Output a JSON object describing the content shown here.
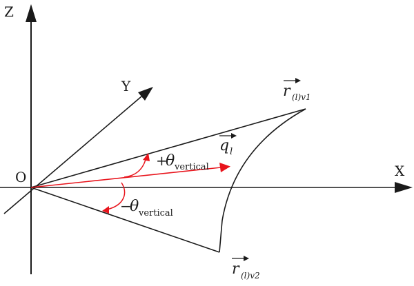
{
  "axes": {
    "z_label": "Z",
    "y_label": "Y",
    "x_label": "X",
    "origin_label": "O"
  },
  "vectors": {
    "r1": {
      "base": "r",
      "sub": "(l)v1"
    },
    "r2": {
      "base": "r",
      "sub": "(l)v2"
    },
    "q": {
      "base": "q",
      "sub": "l"
    }
  },
  "angles": {
    "pos": {
      "prefix": "+",
      "symbol": "θ",
      "sub": "vertical"
    },
    "neg": {
      "prefix": "−",
      "symbol": "θ",
      "sub": "vertical"
    }
  },
  "colors": {
    "line": "#1a1a1a",
    "accent": "#e8141c"
  }
}
